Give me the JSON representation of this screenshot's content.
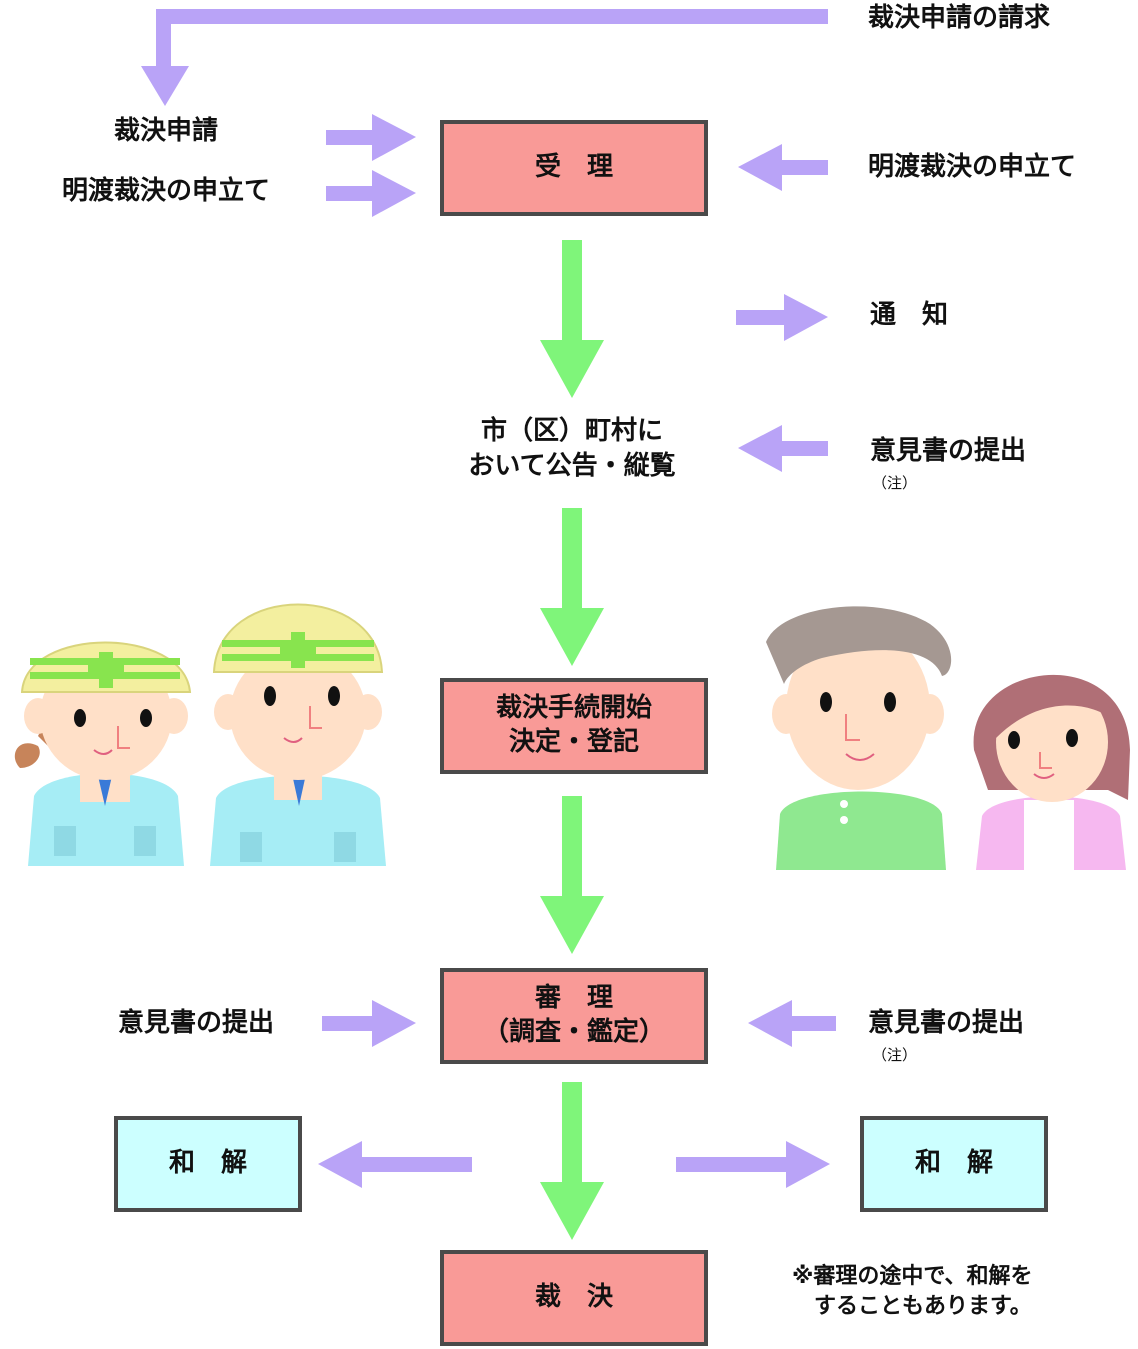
{
  "colors": {
    "flow_arrow": "#7ff57a",
    "side_arrow": "#b9a3f7",
    "box_red": "#f99a97",
    "box_cyan": "#ccffff",
    "box_border": "#4a4a4a"
  },
  "top": {
    "request_label": "裁決申請の請求"
  },
  "left_inputs": {
    "application": "裁決申請",
    "eviction_request": "明渡裁決の申立て"
  },
  "right_inputs": {
    "eviction_request": "明渡裁決の申立て",
    "notice": "通　知"
  },
  "boxes": {
    "receipt": "受　理",
    "start_line1": "裁決手続開始",
    "start_line2": "決定・登記",
    "hearing_line1": "審　理",
    "hearing_line2": "（調査・鑑定）",
    "settlement_left": "和　解",
    "settlement_right": "和　解",
    "ruling": "裁　決"
  },
  "public_notice": {
    "line1": "市（区）町村に",
    "line2": "おいて公告・縦覧"
  },
  "opinions": {
    "right_upper": "意見書の提出",
    "right_upper_note": "（注）",
    "left_lower": "意見書の提出",
    "right_lower": "意見書の提出",
    "right_lower_note": "（注）"
  },
  "footnote": {
    "line1": "※審理の途中で、和解を",
    "line2": "することもあります。"
  },
  "icons": [
    "worker-woman-icon",
    "worker-man-icon",
    "elderly-man-icon",
    "elderly-woman-icon"
  ]
}
